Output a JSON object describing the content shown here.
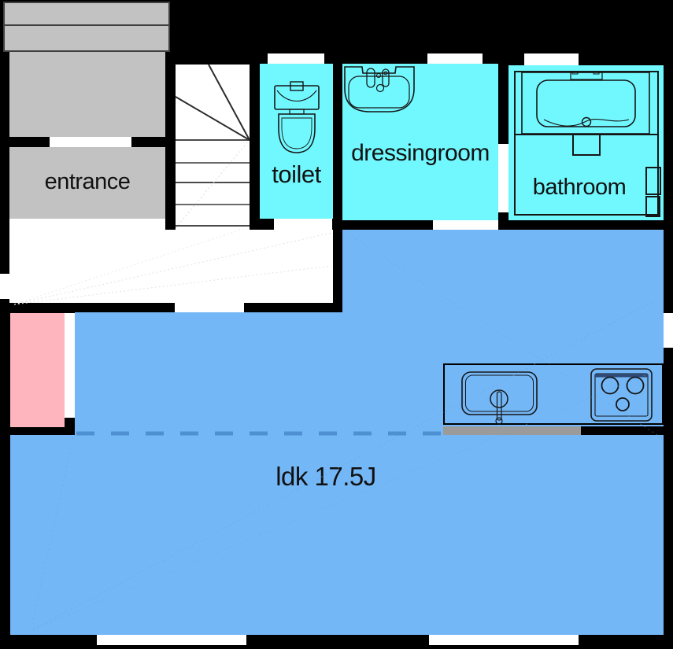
{
  "plan_type": "residential floor plan",
  "rooms": {
    "entrance": {
      "label": "entrance"
    },
    "toilet": {
      "label": "toilet"
    },
    "dressingroom": {
      "label": "dressingroom"
    },
    "bathroom": {
      "label": "bathroom"
    },
    "ldk": {
      "label": "ldk 17.5J"
    }
  },
  "fixtures": [
    "staircase",
    "toilet",
    "washbasin",
    "bathtub",
    "kitchen-sink",
    "cooktop"
  ],
  "colors": {
    "wall": "#000000",
    "gray_floor": "#c2c2c2",
    "cyan_floor": "#70f8fe",
    "blue_floor": "#74b7f7",
    "pink_accent": "#ffb5bd",
    "counter_bar_gray": "#9b9b9b",
    "divider_dash": "#4e90d2",
    "fixture_stroke": "#161616",
    "opening_white": "#ffffff"
  }
}
